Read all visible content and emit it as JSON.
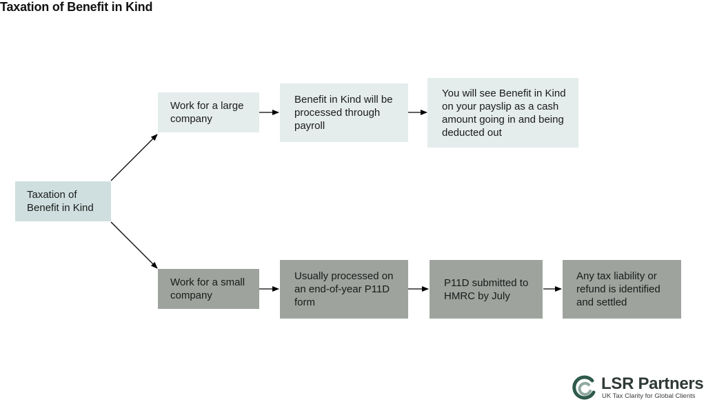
{
  "title": "Taxation of Benefit in Kind",
  "nodes": {
    "root": "Taxation of Benefit in Kind",
    "large_company": "Work for a large company",
    "payroll": "Benefit in Kind will be processed through payroll",
    "payslip": "You will see Benefit in Kind on your payslip as a cash amount going in and being deducted out",
    "small_company": "Work for a small company",
    "p11d_form": "Usually processed on an end-of-year P11D form",
    "p11d_submitted": "P11D submitted to HMRC by July",
    "tax_liability": "Any tax liability or refund is identified and settled"
  },
  "logo": {
    "name": "LSR Partners",
    "tagline": "UK Tax Clarity for Global Clients"
  },
  "colors": {
    "root_box": "#cfdfdf",
    "top_row_boxes": "#e4ecec",
    "bottom_row_boxes": "#9ea39e"
  }
}
